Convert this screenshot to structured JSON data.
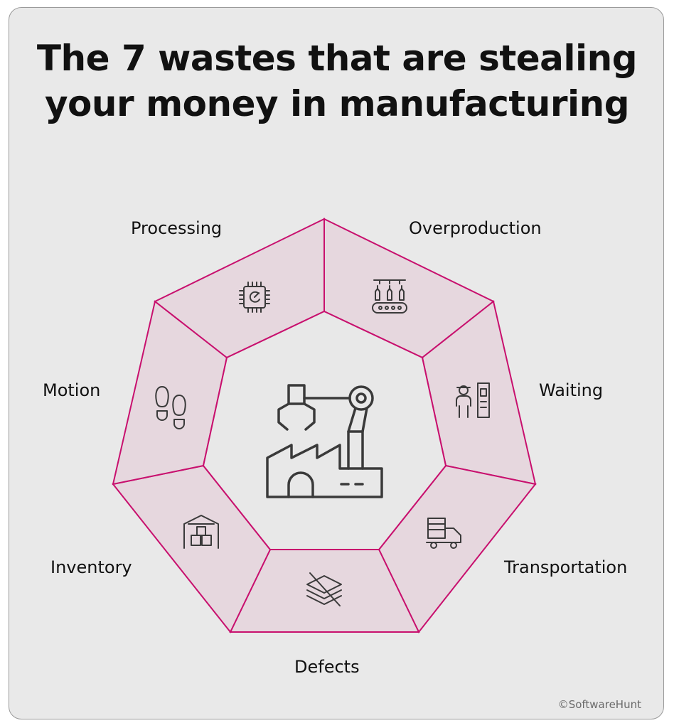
{
  "title": {
    "line1": "The 7 wastes that are stealing",
    "line2": "your money in manufacturing"
  },
  "colors": {
    "accent": "#c8106e",
    "segment_fill": "#e6d7de",
    "inner_fill": "#e8e8e8",
    "card_bg": "#e9e9e9",
    "icon_stroke": "#3a3a3a"
  },
  "center_icon": "factory-robot-arm-icon",
  "wastes": [
    {
      "label": "Overproduction",
      "icon": "bottling-conveyor-icon"
    },
    {
      "label": "Waiting",
      "icon": "worker-waiting-icon"
    },
    {
      "label": "Transportation",
      "icon": "truck-icon"
    },
    {
      "label": "Defects",
      "icon": "defective-layers-icon"
    },
    {
      "label": "Inventory",
      "icon": "warehouse-boxes-icon"
    },
    {
      "label": "Motion",
      "icon": "footprints-icon"
    },
    {
      "label": "Processing",
      "icon": "processor-chip-icon"
    }
  ],
  "credit": "©SoftwareHunt"
}
